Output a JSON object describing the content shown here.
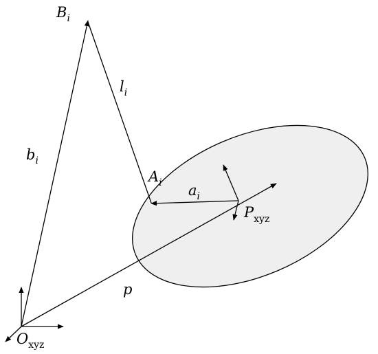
{
  "labels": {
    "B": {
      "main": "B",
      "sub": "i"
    },
    "l": {
      "main": "l",
      "sub": "i"
    },
    "b": {
      "main": "b",
      "sub": "i"
    },
    "A": {
      "main": "A",
      "sub": "i"
    },
    "a": {
      "main": "a",
      "sub": "i"
    },
    "P": {
      "main": "P",
      "sub": "xyz"
    },
    "p": {
      "main": "p"
    },
    "O": {
      "main": "O",
      "sub": "xyz"
    }
  },
  "colors": {
    "platform_fill": "#efefef",
    "stroke": "#000000",
    "background": "#ffffff"
  }
}
